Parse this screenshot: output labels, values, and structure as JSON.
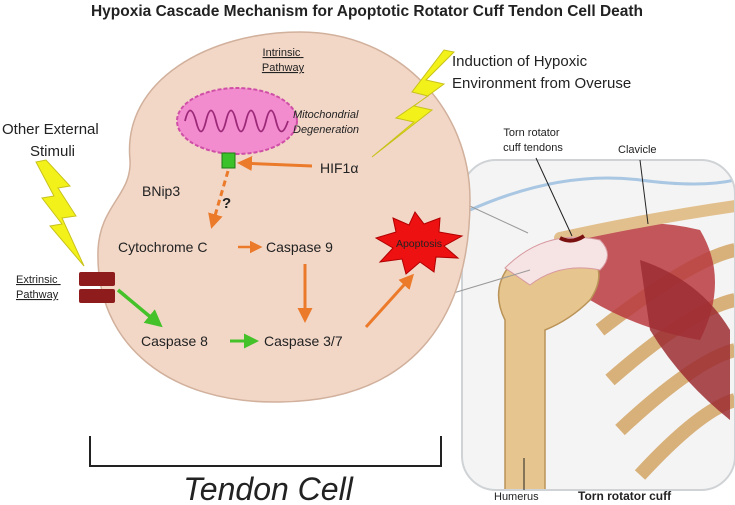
{
  "title": "Hypoxia Cascade Mechanism for Apoptotic Rotator Cuff Tendon Cell Death",
  "pathways": {
    "intrinsic": [
      "Intrinsic",
      "Pathway"
    ],
    "extrinsic": [
      "Extrinsic",
      "Pathway"
    ]
  },
  "inputs": {
    "hypoxia": [
      "Induction of Hypoxic",
      "Environment from Overuse"
    ],
    "external": [
      "Other External",
      "Stimuli"
    ]
  },
  "mitochondria": [
    "Mitochondrial",
    "Degeneration"
  ],
  "nodes": {
    "bnip3": "BNip3",
    "hif1a": "HIF1α",
    "question": "?",
    "cytochrome_c": "Cytochrome C",
    "caspase9": "Caspase 9",
    "caspase8": "Caspase 8",
    "caspase37": "Caspase 3/7",
    "apoptosis": "Apoptosis"
  },
  "cell_label": "Tendon Cell",
  "anatomy": {
    "torn_tendons": [
      "Torn rotator",
      "cuff tendons"
    ],
    "clavicle": "Clavicle",
    "humerus": "Humerus",
    "caption": "Torn rotator cuff"
  },
  "colors": {
    "cell_fill": "#f2d7c7",
    "mito_fill": "#f28ccf",
    "orange_arrow": "#ec7a2b",
    "green_arrow": "#45c12a",
    "receptor": "#8e1c1c",
    "bolt": "#f2f21a",
    "apoptosis_burst": "#ee1111"
  }
}
